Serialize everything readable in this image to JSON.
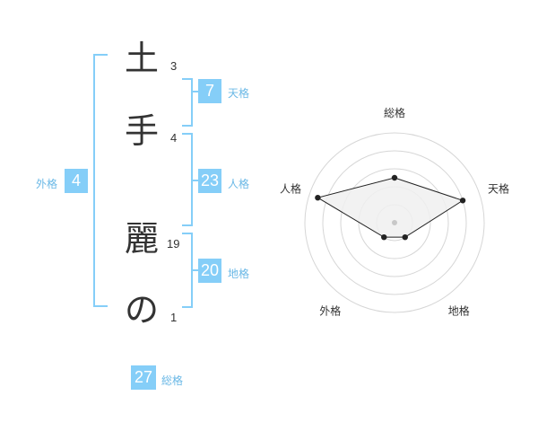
{
  "name": {
    "chars": [
      {
        "char": "土",
        "strokes": "3"
      },
      {
        "char": "手",
        "strokes": "4"
      },
      {
        "char": "麗",
        "strokes": "19"
      },
      {
        "char": "の",
        "strokes": "1"
      }
    ]
  },
  "kaku": {
    "tenkaku": {
      "value": "7",
      "label": "天格"
    },
    "jinkaku": {
      "value": "23",
      "label": "人格"
    },
    "chikaku": {
      "value": "20",
      "label": "地格"
    },
    "gaikaku": {
      "value": "4",
      "label": "外格"
    },
    "soukaku": {
      "value": "27",
      "label": "総格"
    }
  },
  "colors": {
    "accent": "#85cef8",
    "label": "#6ab8e6"
  },
  "chart_data": {
    "type": "radar",
    "axes": [
      "総格",
      "天格",
      "地格",
      "外格",
      "人格"
    ],
    "values": [
      2.5,
      4,
      1,
      1,
      4.5
    ],
    "max": 5,
    "rings": 5
  }
}
